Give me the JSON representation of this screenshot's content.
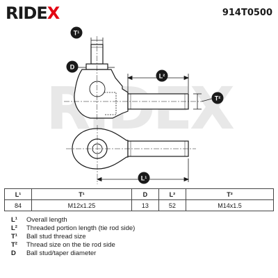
{
  "header": {
    "logo_main": "RIDE",
    "logo_x": "X",
    "part_number": "914T0500"
  },
  "drawing": {
    "labels": {
      "t1": "T¹",
      "d": "D",
      "l2": "L²",
      "t2": "T²",
      "l1": "L¹"
    },
    "watermark_text": "RIDEX"
  },
  "specs": {
    "headers": [
      "L¹",
      "T¹",
      "D",
      "L²",
      "T²"
    ],
    "values": [
      "84",
      "M12x1.25",
      "13",
      "52",
      "M14x1.5"
    ]
  },
  "legend": [
    {
      "code": "L¹",
      "text": "Overall length"
    },
    {
      "code": "L²",
      "text": "Threaded portion length (tie rod side)"
    },
    {
      "code": "T¹",
      "text": "Ball stud thread size"
    },
    {
      "code": "T²",
      "text": "Thread size on the tie rod side"
    },
    {
      "code": "D",
      "text": "Ball stud/taper diameter"
    }
  ],
  "colors": {
    "brand_red": "#e30613",
    "ink": "#1a1a1a",
    "watermark": "#e8e8e8"
  }
}
